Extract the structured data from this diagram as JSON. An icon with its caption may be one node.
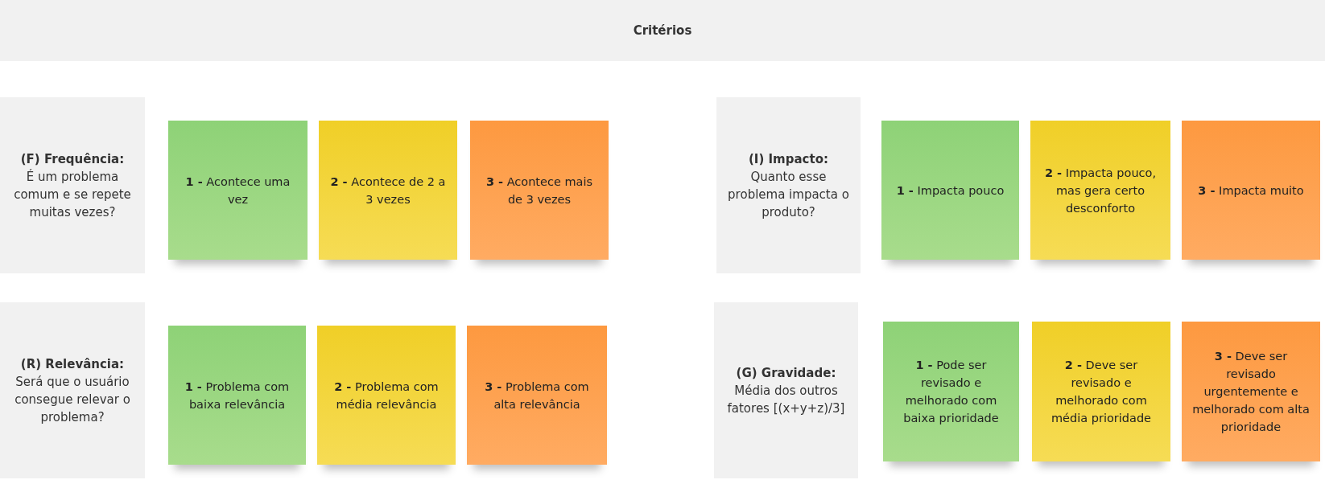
{
  "diagram": {
    "nodes": [
      {
        "text": [
          "Critérios"
        ]
      },
      {
        "text": [
          "(F) Frequência:",
          "É um problema comum e se repete muitas vezes?"
        ]
      },
      {
        "text": [
          "**1 -** Acontece uma vez"
        ]
      },
      {
        "text": [
          "**2 -** Acontece de 2 a 3 vezes"
        ]
      },
      {
        "text": [
          "**3 -** Acontece mais de 3 vezes"
        ]
      },
      {
        "text": [
          "(I) Impacto:",
          "Quanto esse problema impacta o produto?"
        ]
      },
      {
        "text": [
          "**1 -** Impacta pouco"
        ]
      },
      {
        "text": [
          "**2 -** Impacta pouco, mas gera certo desconforto"
        ]
      },
      {
        "text": [
          "**3 -** Impacta muito"
        ]
      },
      {
        "text": [
          "(R) Relevância:",
          "Será que o usuário consegue relevar o problema?"
        ]
      },
      {
        "text": [
          "**1 -** Problema com baixa relevância"
        ]
      },
      {
        "text": [
          "**2 -** Problema com média relevância"
        ]
      },
      {
        "text": [
          "**3 -** Problema com alta relevância"
        ]
      },
      {
        "text": [
          "(G) Gravidade:",
          "Média dos outros fatores [(x+y+z)/3]"
        ]
      },
      {
        "text": [
          "**1 -**  Pode ser revisado e melhorado com baixa prioridade"
        ]
      },
      {
        "text": [
          "**2 -** Deve ser revisado e melhorado com média prioridade"
        ]
      },
      {
        "text": [
          "**3 -** Deve ser revisado urgentemente e melhorado com alta prioridade"
        ]
      }
    ]
  }
}
